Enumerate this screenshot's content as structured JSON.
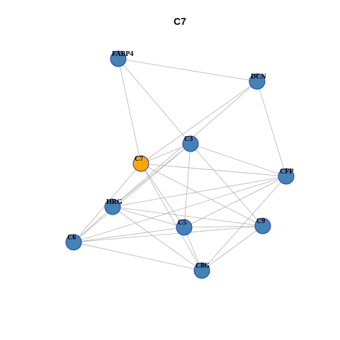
{
  "title": "C7",
  "colors": {
    "node_default": "#4682b4",
    "node_highlight": "#ffa500",
    "node_border": "#1f3fbf",
    "edge": "#b3b3b3"
  },
  "graph": {
    "nodes": [
      {
        "id": "FABP4",
        "label": "FABP4",
        "highlight": false
      },
      {
        "id": "DCN",
        "label": "DCN",
        "highlight": false
      },
      {
        "id": "C3",
        "label": "C3",
        "highlight": false
      },
      {
        "id": "C7",
        "label": "C7",
        "highlight": true
      },
      {
        "id": "CFP",
        "label": "CFP",
        "highlight": false
      },
      {
        "id": "HRG",
        "label": "HRG",
        "highlight": false
      },
      {
        "id": "C5",
        "label": "C5",
        "highlight": false
      },
      {
        "id": "C9",
        "label": "C9",
        "highlight": false
      },
      {
        "id": "C6",
        "label": "C6",
        "highlight": false
      },
      {
        "id": "C8G",
        "label": "C8G",
        "highlight": false
      }
    ],
    "edges": [
      [
        "FABP4",
        "DCN"
      ],
      [
        "FABP4",
        "C7"
      ],
      [
        "FABP4",
        "C3"
      ],
      [
        "DCN",
        "C7"
      ],
      [
        "DCN",
        "CFP"
      ],
      [
        "DCN",
        "HRG"
      ],
      [
        "C3",
        "C7"
      ],
      [
        "C3",
        "CFP"
      ],
      [
        "C3",
        "HRG"
      ],
      [
        "C3",
        "C5"
      ],
      [
        "C3",
        "C9"
      ],
      [
        "C3",
        "C6"
      ],
      [
        "C7",
        "CFP"
      ],
      [
        "C7",
        "C5"
      ],
      [
        "C7",
        "C9"
      ],
      [
        "C7",
        "C8G"
      ],
      [
        "C7",
        "C6"
      ],
      [
        "CFP",
        "HRG"
      ],
      [
        "CFP",
        "C5"
      ],
      [
        "CFP",
        "C8G"
      ],
      [
        "CFP",
        "C6"
      ],
      [
        "HRG",
        "C5"
      ],
      [
        "HRG",
        "C9"
      ],
      [
        "HRG",
        "C8G"
      ],
      [
        "HRG",
        "C6"
      ],
      [
        "C5",
        "C9"
      ],
      [
        "C5",
        "C8G"
      ],
      [
        "C5",
        "C6"
      ],
      [
        "C9",
        "C6"
      ],
      [
        "C9",
        "C8G"
      ],
      [
        "C6",
        "C8G"
      ]
    ]
  }
}
